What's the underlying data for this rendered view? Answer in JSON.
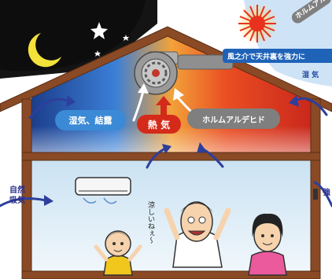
{
  "illustration": {
    "labels": {
      "moisture_condensation": "湿気、結露",
      "heat": "熱 気",
      "formaldehyde": "ホルムアルデヒド",
      "banner": "風之介で天井裏を強力に",
      "moisture_right": "湿 気",
      "formaldehyde_top": "ホルムアル",
      "natural_intake": "自然\n吸気",
      "strong_partial": "強",
      "speech": "涼しいねぇ〜"
    },
    "colors": {
      "night_sky": "#111111",
      "attic_cool": "#2f6fd0",
      "attic_warm": "#e23a1e",
      "room": "#d8eaf5",
      "frame": "#8a4a25",
      "sun": "#e8321e",
      "heat_bubble": "#d42a1a",
      "moisture_bubble": "#3b8ad6",
      "formaldehyde_bubble": "#7f7f7f",
      "banner": "#1f63b8"
    }
  }
}
